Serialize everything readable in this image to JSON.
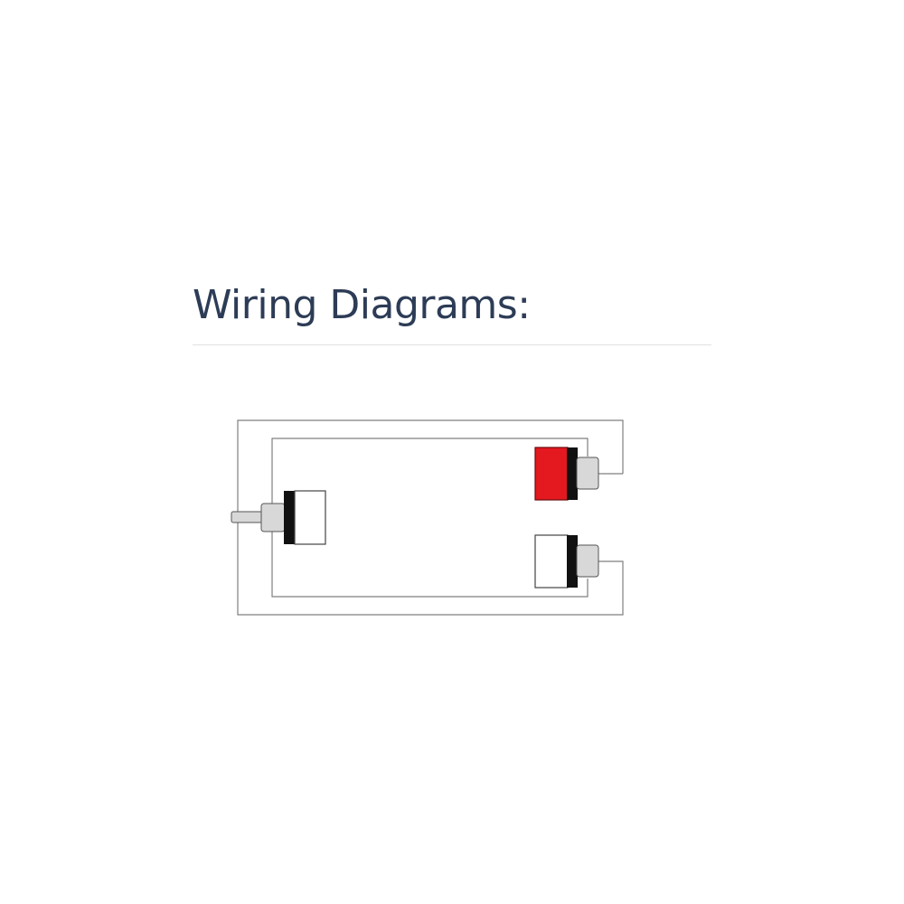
{
  "section": {
    "title": "Wiring Diagrams:"
  },
  "colors": {
    "title_text": "#2d3c56",
    "divider": "#e1e1e1",
    "wire": "#7f7f7f",
    "plug_body_white": "#ffffff",
    "plug_body_red": "#e3191f",
    "plug_collar": "#111111",
    "plug_tip": "#d8d8d8"
  },
  "diagram": {
    "description_icons": [
      "single-rca-plug-icon",
      "red-rca-plug-icon",
      "white-rca-plug-icon"
    ],
    "connectors": [
      {
        "id": "single-plug",
        "body_color": "#ffffff"
      },
      {
        "id": "red-plug",
        "body_color": "#e3191f"
      },
      {
        "id": "white-plug",
        "body_color": "#ffffff"
      }
    ]
  }
}
